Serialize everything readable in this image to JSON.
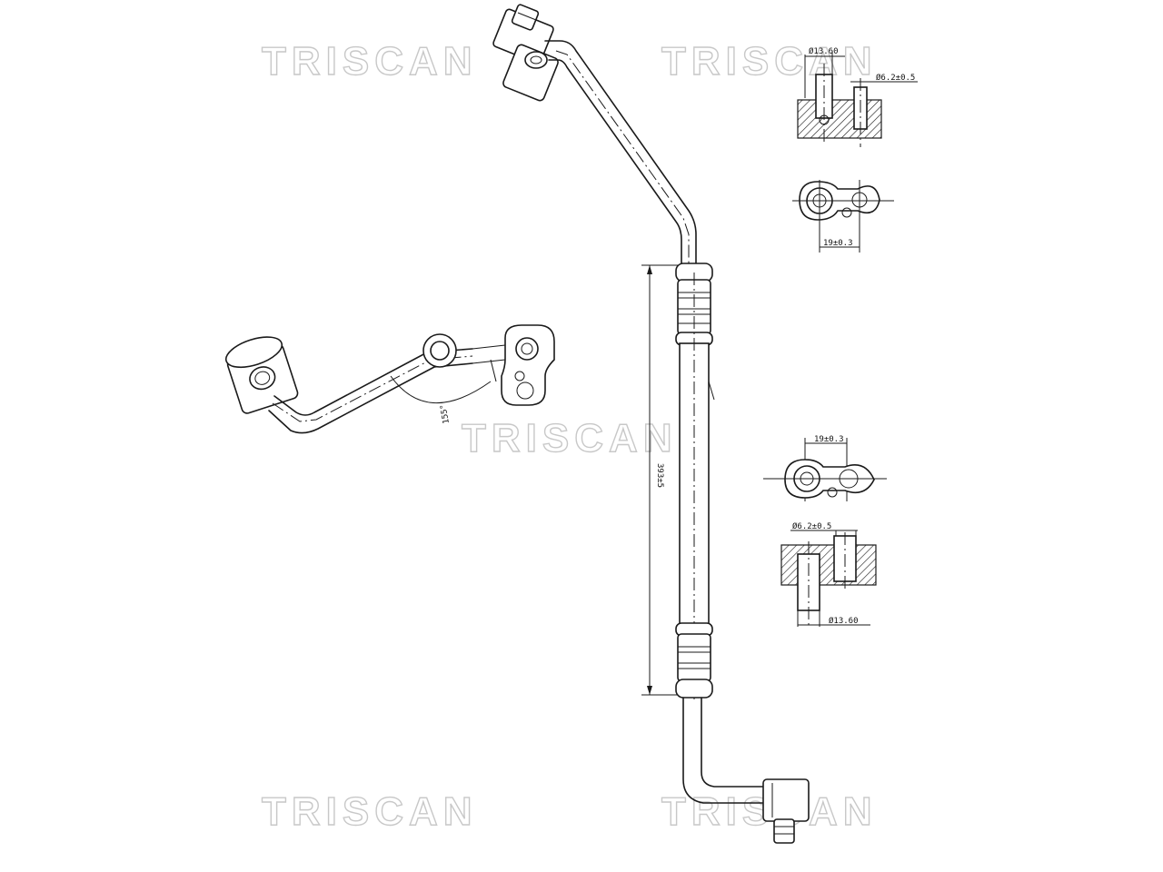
{
  "watermark": {
    "text": "TRISCAN",
    "color": "#c8c8c8"
  },
  "dimensions": {
    "top_detail_bore": "Ø13.60",
    "top_detail_hole": "Ø6.2±0.5",
    "top_flange_pitch": "19±0.3",
    "side_view_angle": "155°",
    "pipe_length": "393±5",
    "bottom_flange_pitch": "19±0.3",
    "bottom_detail_hole": "Ø6.2±0.5",
    "bottom_detail_bore": "Ø13.60"
  },
  "line_color": "#1a1a1a"
}
